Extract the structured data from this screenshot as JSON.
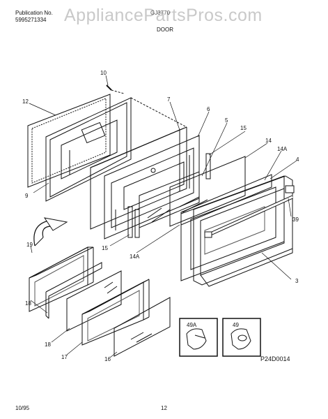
{
  "header": {
    "publication_label": "Publication No.",
    "publication_number": "5995271334",
    "model": "GJ3770",
    "section": "DOOR",
    "watermark": "AppliancePartsPros.com"
  },
  "footer": {
    "date": "10/95",
    "page": "12"
  },
  "diagram": {
    "code": "P24D0014",
    "callouts": {
      "c10": "10",
      "c12": "12",
      "c7": "7",
      "c6": "6",
      "c5": "5",
      "c15a": "15",
      "c14": "14",
      "c14a_top": "14A",
      "c4": "4",
      "c39": "39",
      "c3": "3",
      "c9": "9",
      "c15b": "15",
      "c14a_low": "14A",
      "c19": "19",
      "c18a": "18",
      "c18b": "18",
      "c17": "17",
      "c16": "16"
    },
    "insets": {
      "left_label": "49A",
      "right_label": "49"
    }
  }
}
